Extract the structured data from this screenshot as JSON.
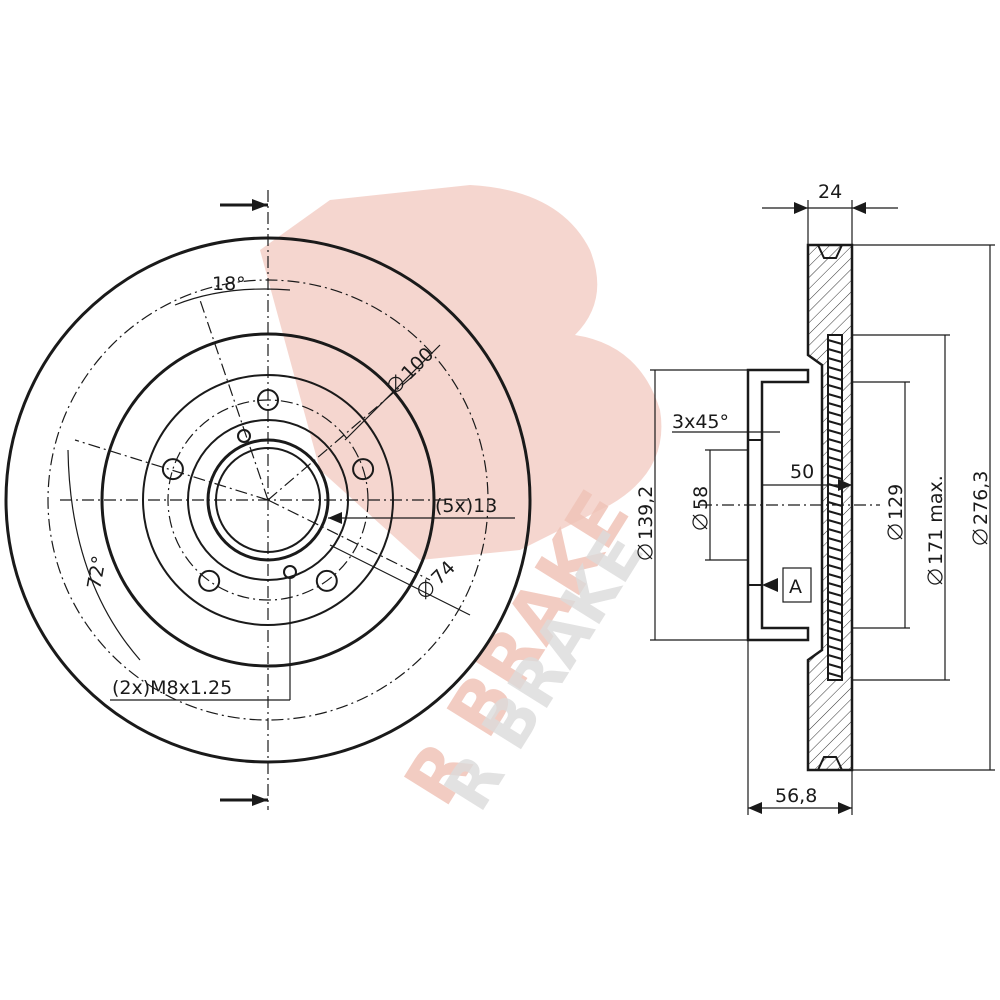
{
  "watermark": {
    "brand_text": "R BRAKE",
    "color": "#f3cfc7"
  },
  "front_view": {
    "labels": {
      "angle_top": "18°",
      "angle_left": "72°",
      "pcd": "100",
      "bolt_holes": "(5x)13",
      "center_bore": "74",
      "thread": "(2x)M8x1.25"
    }
  },
  "side_view": {
    "labels": {
      "thickness": "24",
      "chamfer": "3x45°",
      "hat_inner": "50",
      "hat_dia": "139,2",
      "bore": "58",
      "inner_dia": "129",
      "wear_dia": "171 max.",
      "outer_dia": "276,3",
      "height": "56,8",
      "datum": "A"
    }
  },
  "colors": {
    "line": "#1a1a1a",
    "watermark": "#f3cfc7"
  }
}
